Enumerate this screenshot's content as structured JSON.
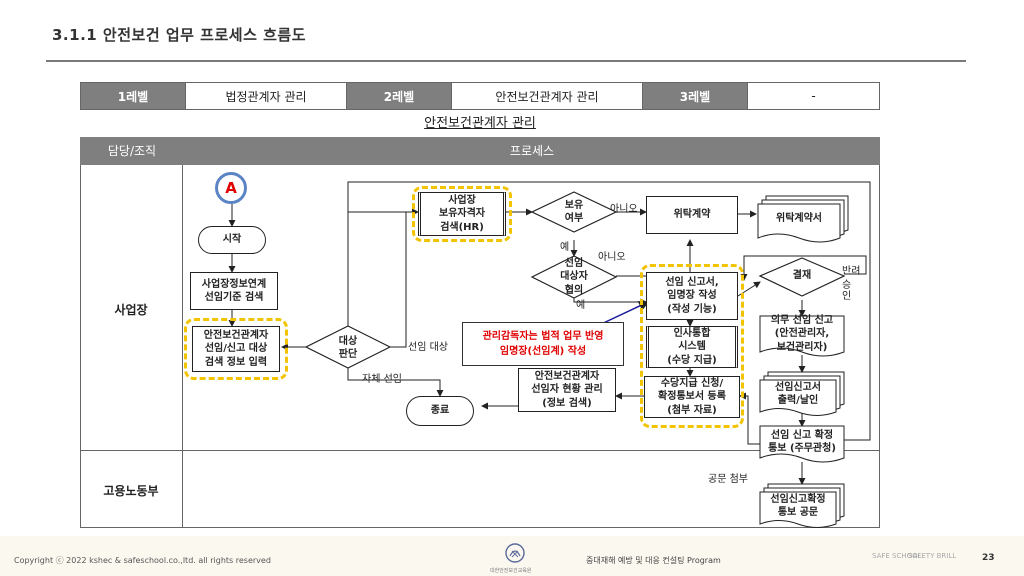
{
  "page": {
    "title": "3.1.1 안전보건 업무 프로세스 흐름도",
    "subtitle": "안전보건관계자 관리"
  },
  "levels": [
    {
      "header": "1레벨",
      "value": "법정관계자 관리"
    },
    {
      "header": "2레벨",
      "value": "안전보건관계자 관리"
    },
    {
      "header": "3레벨",
      "value": "-"
    }
  ],
  "table_header": {
    "col1": "담당/조직",
    "col2": "프로세스"
  },
  "lanes": {
    "lane1": "사업장",
    "lane2": "고용노동부"
  },
  "nodes": {
    "connector_a": "A",
    "start": "시작",
    "link_info": "사업장정보연계\n선임기준 검색",
    "input_info": "안전보건관계자\n선임/신고 대상\n검색 정보 입력",
    "decision_target": "대상\n판단",
    "search_qual": "사업장\n보유자격자\n검색(HR)",
    "decision_have": "보유\n여부",
    "decision_consult": "선임\n대상자\n협의",
    "contract": "위탁계약",
    "contract_doc": "위탁계약서",
    "report_write": "선임 신고서,\n임명장 작성\n(작성 기능)",
    "approval": "결재",
    "hr_system": "인사통합\n시스템\n(수당 지급)",
    "allowance": "수당지급 신청/\n확정통보서 등록\n(첨부 자료)",
    "status_mgmt": "안전보건관계자\n선임자 현황 관리\n(정보 검색)",
    "end": "종료",
    "duty_report": "의무 선임 신고\n(안전관리자,\n보건관리자)",
    "report_print": "선임신고서\n출력/날인",
    "confirm_notice": "선임 신고 확정\n통보 (주무관청)",
    "official_doc": "선임신고확정\n통보 공문"
  },
  "edge_labels": {
    "no1": "아니오",
    "yes1": "예",
    "no2": "아니오",
    "yes2": "예",
    "select_target": "선임 대상",
    "self_select": "자체 선임",
    "reject": "반려",
    "approve": "승인",
    "attach_doc": "공문 첨부"
  },
  "note": "관리감독자는 법적 업무 반영\n임명장(선임계) 작성",
  "footer": {
    "copyright": "Copyright ⓒ 2022 kshec & safeschool.co.,ltd. all rights reserved",
    "logo_text": "대한안전보건교육원",
    "program": "중대재해 예방 및 대응 컨설팅 Program",
    "brand1": "SAFE SCHOOL",
    "brand2": "SAFETY BRILL",
    "page_number": "23"
  },
  "colors": {
    "header_gray": "#7f7f7f",
    "highlight_dash": "#f2c400",
    "note_red": "#e00000",
    "connector_blue": "#5b84c4"
  }
}
